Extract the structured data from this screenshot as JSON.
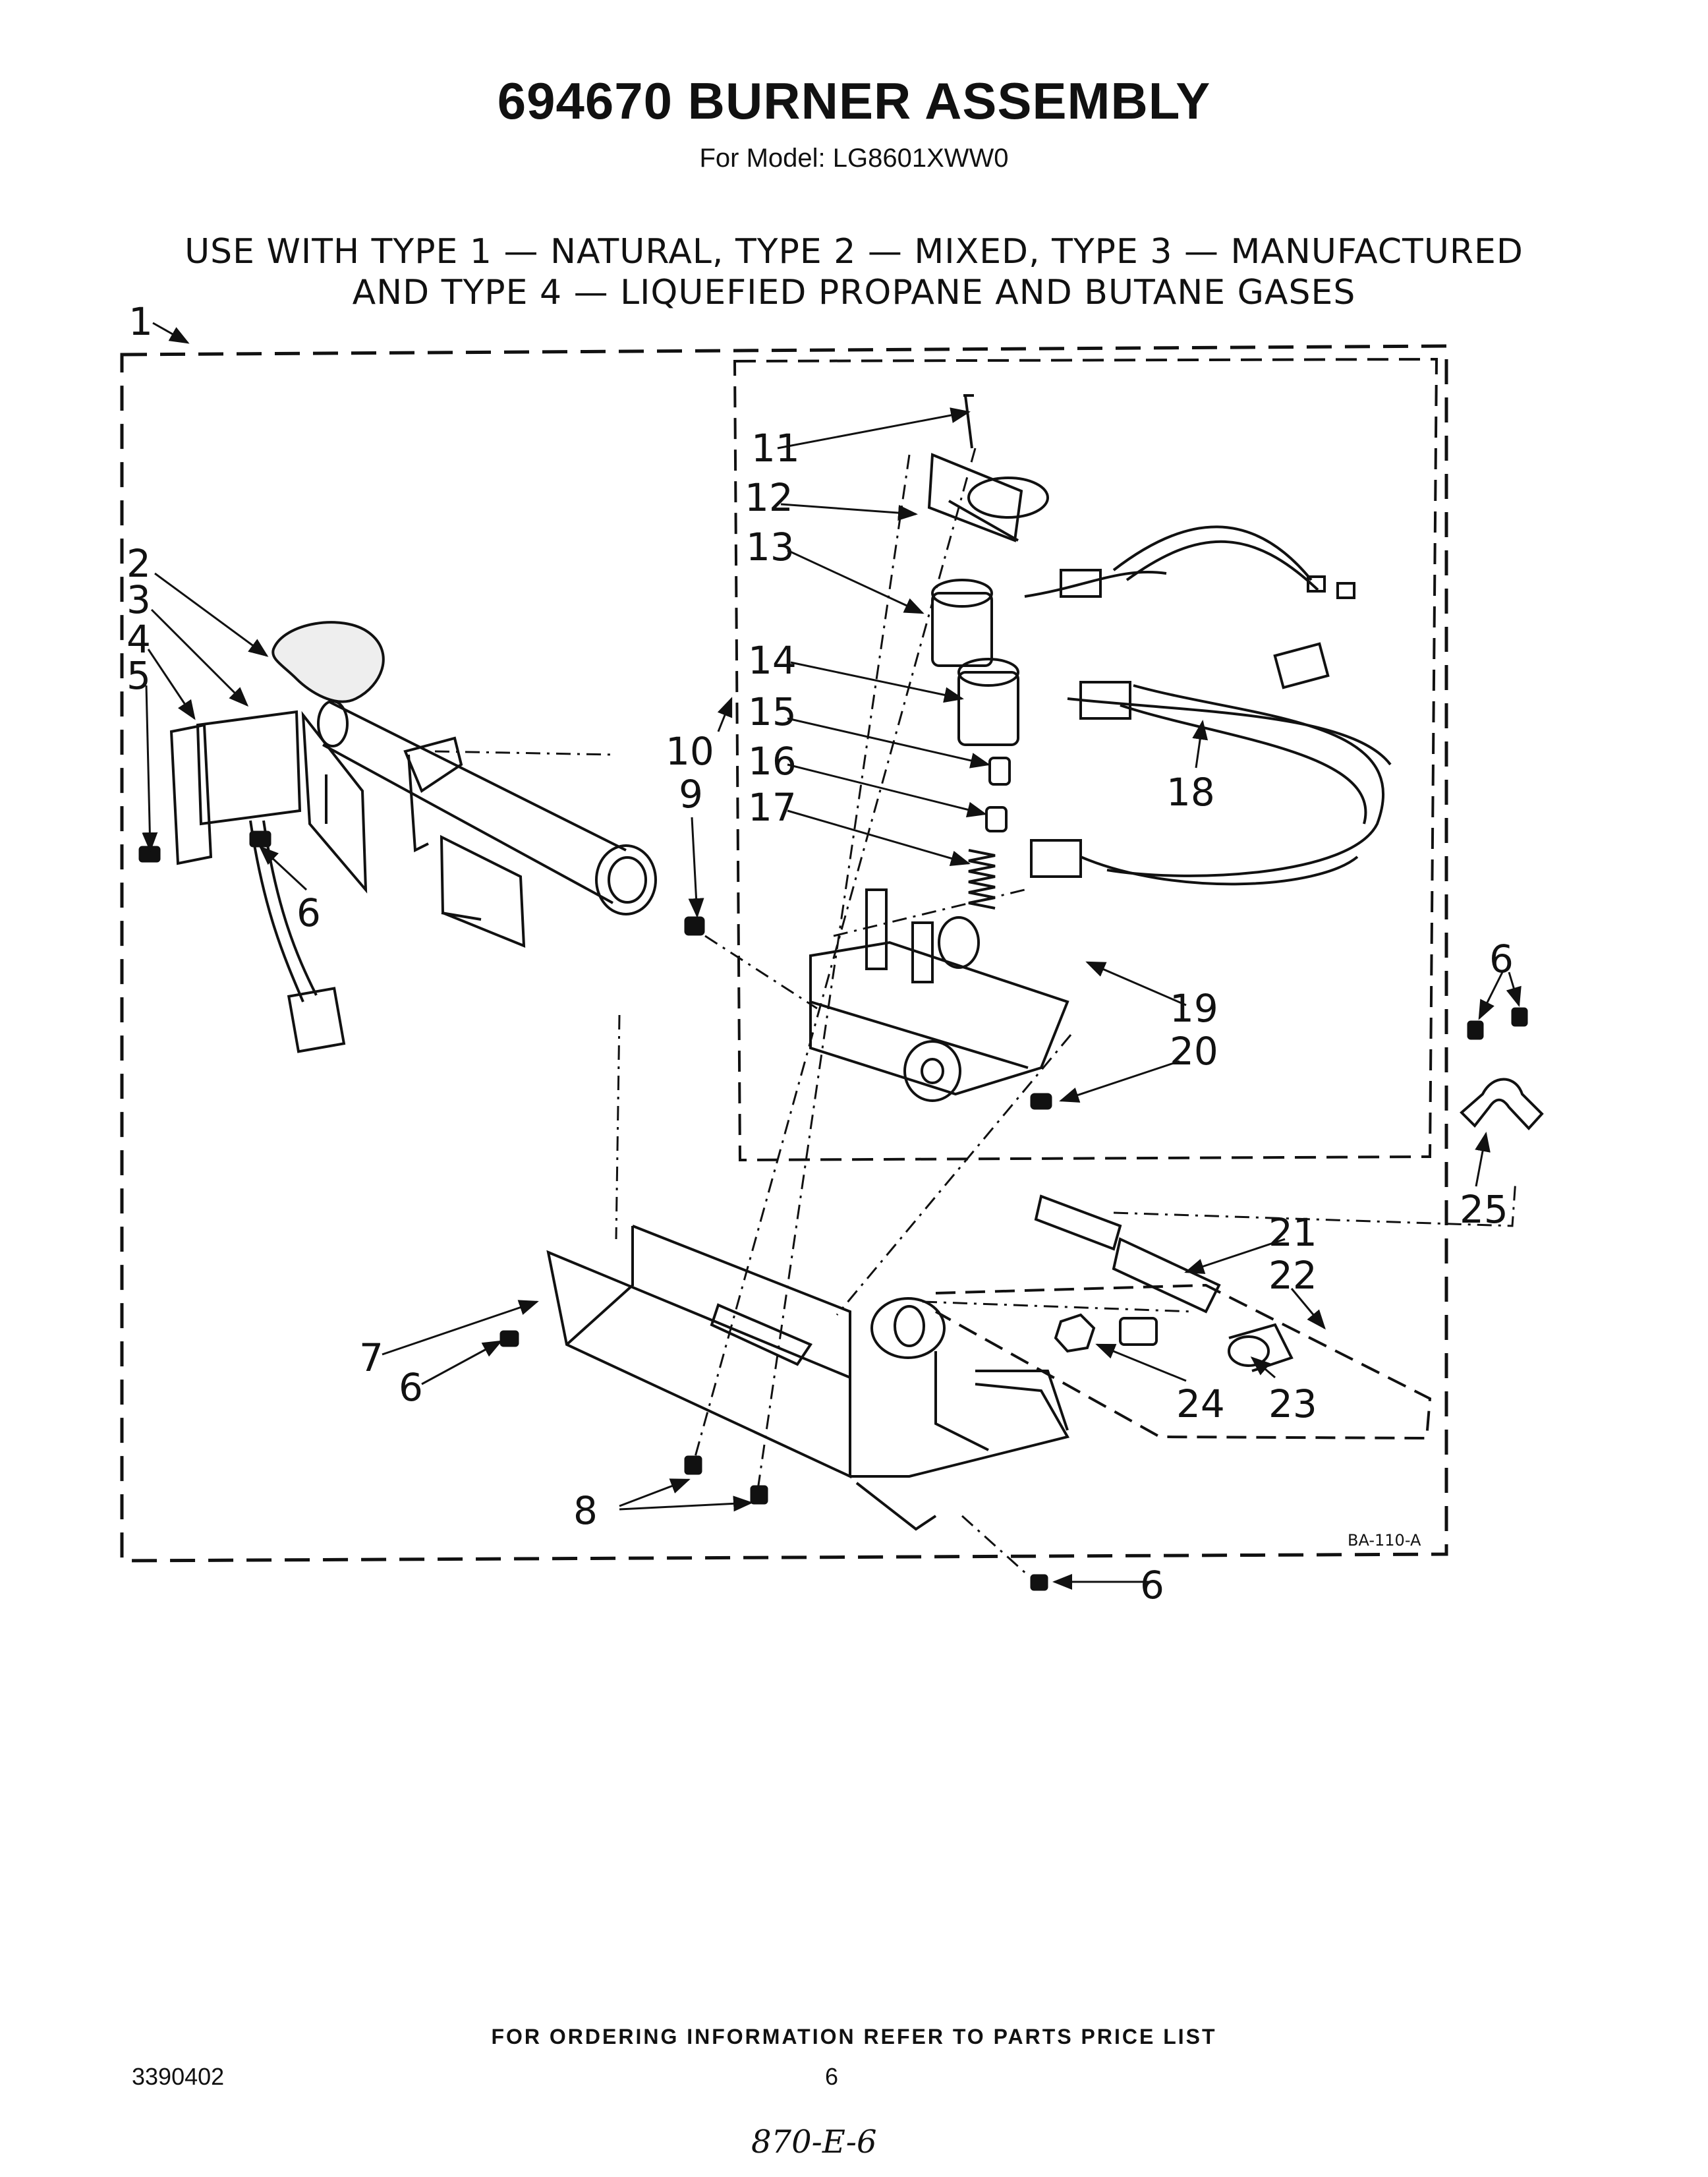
{
  "header": {
    "title": "694670 BURNER ASSEMBLY",
    "subtitle": "For Model: LG8601XWW0",
    "usage_line_1": "USE WITH TYPE 1 — NATURAL, TYPE 2 — MIXED, TYPE 3 — MANUFACTURED",
    "usage_line_2": "AND TYPE 4 — LIQUEFIED PROPANE AND BUTANE GASES"
  },
  "diagram": {
    "drawing_code": "BA-110-A",
    "callouts": {
      "c1": "1",
      "c2": "2",
      "c3": "3",
      "c4": "4",
      "c5": "5",
      "c6a": "6",
      "c6b": "6",
      "c6c": "6",
      "c6d": "6",
      "c7": "7",
      "c8": "8",
      "c9": "9",
      "c10": "10",
      "c11": "11",
      "c12": "12",
      "c13": "13",
      "c14": "14",
      "c15": "15",
      "c16": "16",
      "c17": "17",
      "c18": "18",
      "c19": "19",
      "c20": "20",
      "c21": "21",
      "c22": "22",
      "c23": "23",
      "c24": "24",
      "c25": "25"
    }
  },
  "footer": {
    "ordering_note": "FOR ORDERING INFORMATION REFER TO PARTS PRICE LIST",
    "document_number": "3390402",
    "page_number": "6",
    "handwritten_note": "870-E-6"
  }
}
